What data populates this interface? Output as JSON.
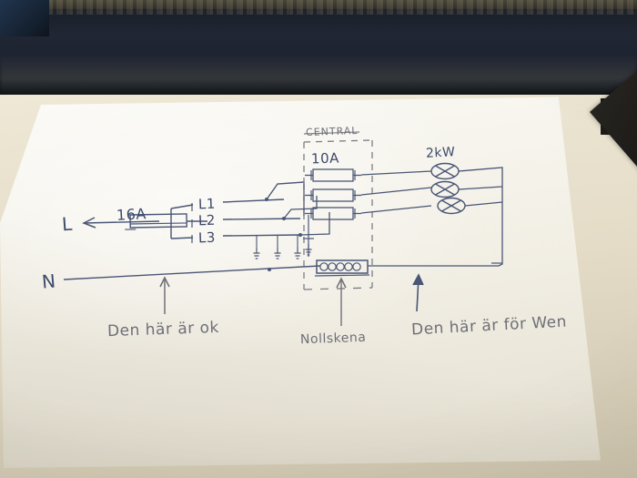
{
  "scene": {
    "description": "Photograph of a hand-drawn electrical wiring sketch on a sheet of paper lying on a beige table, dark appliance edge across the top",
    "surface_color": "#e4dcc7",
    "paper_color": "#f7f5ee",
    "ink_color": "#3d4a6b",
    "pencil_color": "#6f6f78"
  },
  "diagram": {
    "title": "Hand drawn three-phase wiring sketch",
    "supply": {
      "line_label": "L",
      "neutral_label": "N",
      "main_fuse_rating": "16A"
    },
    "phases": [
      {
        "label": "L1"
      },
      {
        "label": "L2"
      },
      {
        "label": "L3"
      }
    ],
    "panel": {
      "label": "CENTRAL",
      "fuse_rating": "10A",
      "fuse_count": 3,
      "neutral_bar_name": "Nollskena"
    },
    "loads": {
      "label": "2kW",
      "element_count": 3
    },
    "annotations": [
      {
        "id": "ok",
        "text": "Den här är ok",
        "pointer": "up-arrow"
      },
      {
        "id": "nollskena",
        "text": "Nollskena",
        "pointer": "up-arrow"
      },
      {
        "id": "wen",
        "text": "Den här är för Wen",
        "pointer": "up-arrow"
      }
    ]
  }
}
